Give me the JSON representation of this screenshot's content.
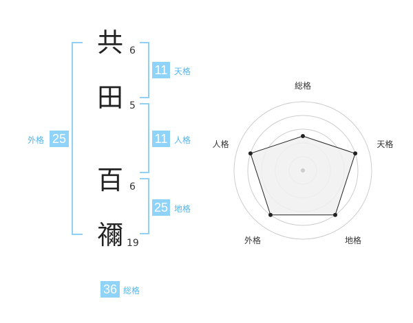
{
  "name": {
    "chars": [
      {
        "char": "共",
        "strokes": "6"
      },
      {
        "char": "田",
        "strokes": "5"
      },
      {
        "char": "百",
        "strokes": "6"
      },
      {
        "char": "禰",
        "strokes": "19"
      }
    ]
  },
  "fortunes": {
    "tenkaku": {
      "label": "天格",
      "value": "11"
    },
    "jinkaku": {
      "label": "人格",
      "value": "11"
    },
    "chikaku": {
      "label": "地格",
      "value": "25"
    },
    "gaikaku": {
      "label": "外格",
      "value": "25"
    },
    "soukaku": {
      "label": "総格",
      "value": "36"
    }
  },
  "radar": {
    "axes": [
      "総格",
      "天格",
      "地格",
      "外格",
      "人格"
    ],
    "levels": [
      0.5,
      0.8,
      0.8,
      0.8,
      0.8
    ],
    "line_color": "#222222",
    "fill_color": "#f0f0f0",
    "grid_color": "#cccccc"
  },
  "colors": {
    "accent": "#8fd3f8",
    "accent_text": "#52b6ec"
  }
}
